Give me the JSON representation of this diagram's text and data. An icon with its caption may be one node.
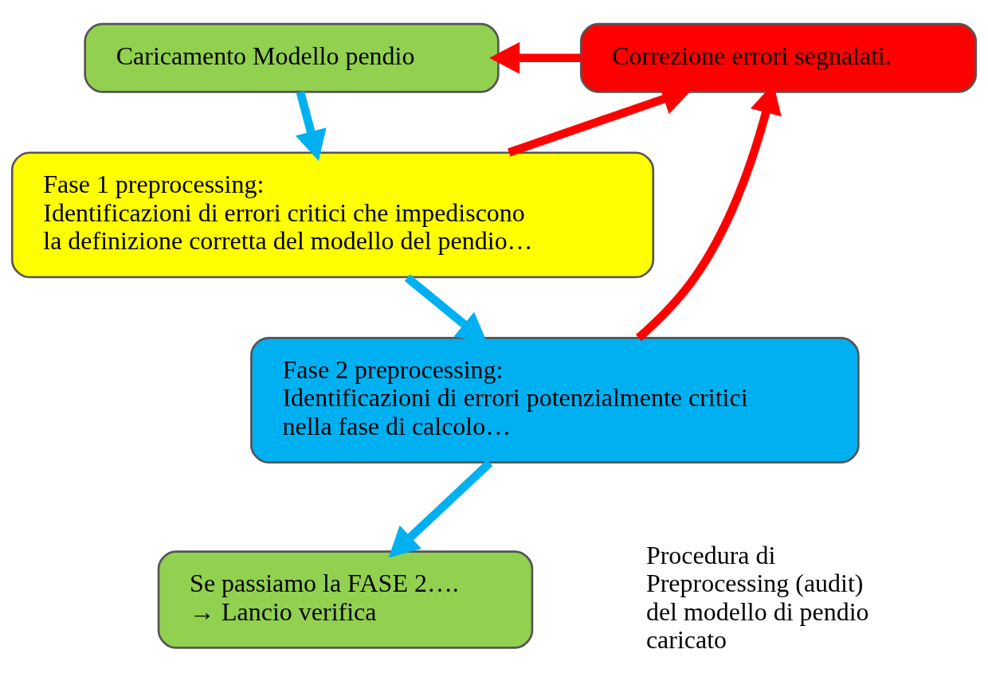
{
  "diagram": {
    "nodes": [
      {
        "text": [
          "Caricamento Modello pendio"
        ]
      },
      {
        "text": [
          "Correzione errori segnalati."
        ]
      },
      {
        "text": [
          "Fase 1 preprocessing:",
          "Identificazioni di errori critici che impediscono la definizione corretta del modello del pendio…"
        ]
      },
      {
        "text": [
          "Fase 2 preprocessing:",
          "Identificazioni di errori potenzialmente critici nella fase di calcolo…"
        ]
      },
      {
        "text": [
          "Se passiamo la FASE 2….",
          "→ Lancio verifica"
        ]
      }
    ],
    "edges": [
      {
        "from": 0,
        "to": 2,
        "arrow": "to",
        "color": "#00b0f0"
      },
      {
        "from": 2,
        "to": 3,
        "arrow": "to",
        "color": "#00b0f0"
      },
      {
        "from": 3,
        "to": 4,
        "arrow": "to",
        "color": "#00b0f0"
      },
      {
        "from": 2,
        "to": 1,
        "arrow": "to",
        "color": "#ff0000"
      },
      {
        "from": 3,
        "to": 1,
        "arrow": "to",
        "color": "#ff0000"
      },
      {
        "from": 1,
        "to": 0,
        "arrow": "to",
        "color": "#ff0000"
      }
    ],
    "labels": [
      "Procedura di Preprocessing (audit) del modello di pendio caricato"
    ]
  }
}
